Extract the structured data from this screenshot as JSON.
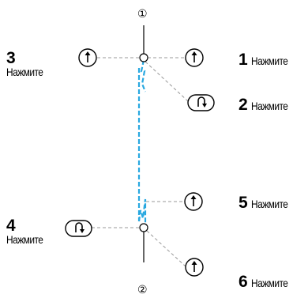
{
  "points": {
    "top": "①",
    "bottom": "②"
  },
  "steps": [
    {
      "number": "1",
      "text": "Нажмите",
      "icon": "up-arrow-icon"
    },
    {
      "number": "2",
      "text": "Нажмите",
      "icon": "reverse-stitch-icon"
    },
    {
      "number": "3",
      "text": "Нажмите",
      "icon": "up-arrow-icon"
    },
    {
      "number": "4",
      "text": "Нажмите",
      "icon": "reverse-stitch-icon"
    },
    {
      "number": "5",
      "text": "Нажмите",
      "icon": "up-arrow-icon"
    },
    {
      "number": "6",
      "text": "Нажмите",
      "icon": "up-arrow-icon"
    }
  ],
  "colors": {
    "stitch_line": "#29a8e0",
    "leader_line": "#999999",
    "outline": "#000000"
  }
}
